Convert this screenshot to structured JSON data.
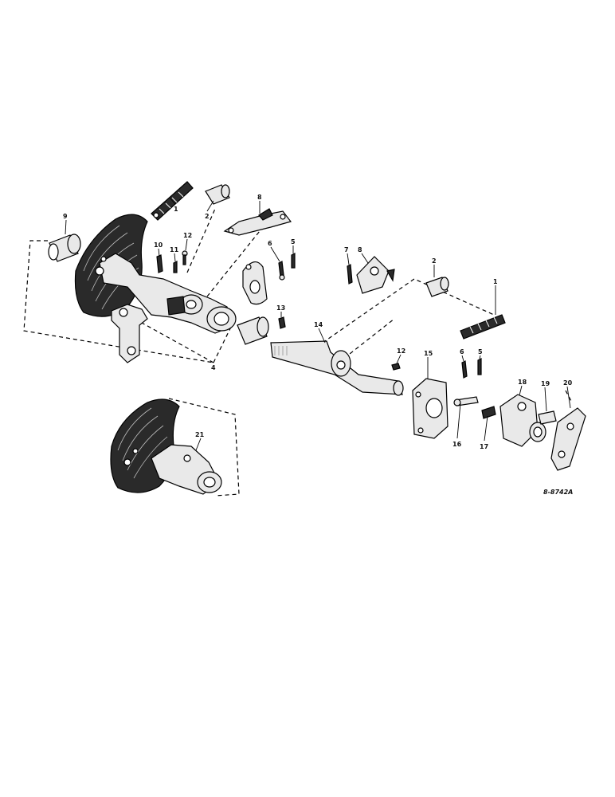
{
  "diagram": {
    "drawing_number": "8-8742A",
    "callouts": [
      {
        "id": "c9a",
        "text": "9"
      },
      {
        "id": "c1a",
        "text": "1"
      },
      {
        "id": "c2a",
        "text": "2"
      },
      {
        "id": "c8a",
        "text": "8"
      },
      {
        "id": "c10",
        "text": "10"
      },
      {
        "id": "c11",
        "text": "11"
      },
      {
        "id": "c12a",
        "text": "12"
      },
      {
        "id": "c6a",
        "text": "6"
      },
      {
        "id": "c5a",
        "text": "5"
      },
      {
        "id": "c4",
        "text": "4"
      },
      {
        "id": "c13",
        "text": "13"
      },
      {
        "id": "c7",
        "text": "7"
      },
      {
        "id": "c8b",
        "text": "8"
      },
      {
        "id": "c2b",
        "text": "2"
      },
      {
        "id": "c1b",
        "text": "1"
      },
      {
        "id": "c14",
        "text": "14"
      },
      {
        "id": "c12b",
        "text": "12"
      },
      {
        "id": "c15",
        "text": "15"
      },
      {
        "id": "c6b",
        "text": "6"
      },
      {
        "id": "c5b",
        "text": "5"
      },
      {
        "id": "c18",
        "text": "18"
      },
      {
        "id": "c19",
        "text": "19"
      },
      {
        "id": "c20",
        "text": "20"
      },
      {
        "id": "c16",
        "text": "16"
      },
      {
        "id": "c17",
        "text": "17"
      },
      {
        "id": "c21",
        "text": "21"
      }
    ]
  }
}
